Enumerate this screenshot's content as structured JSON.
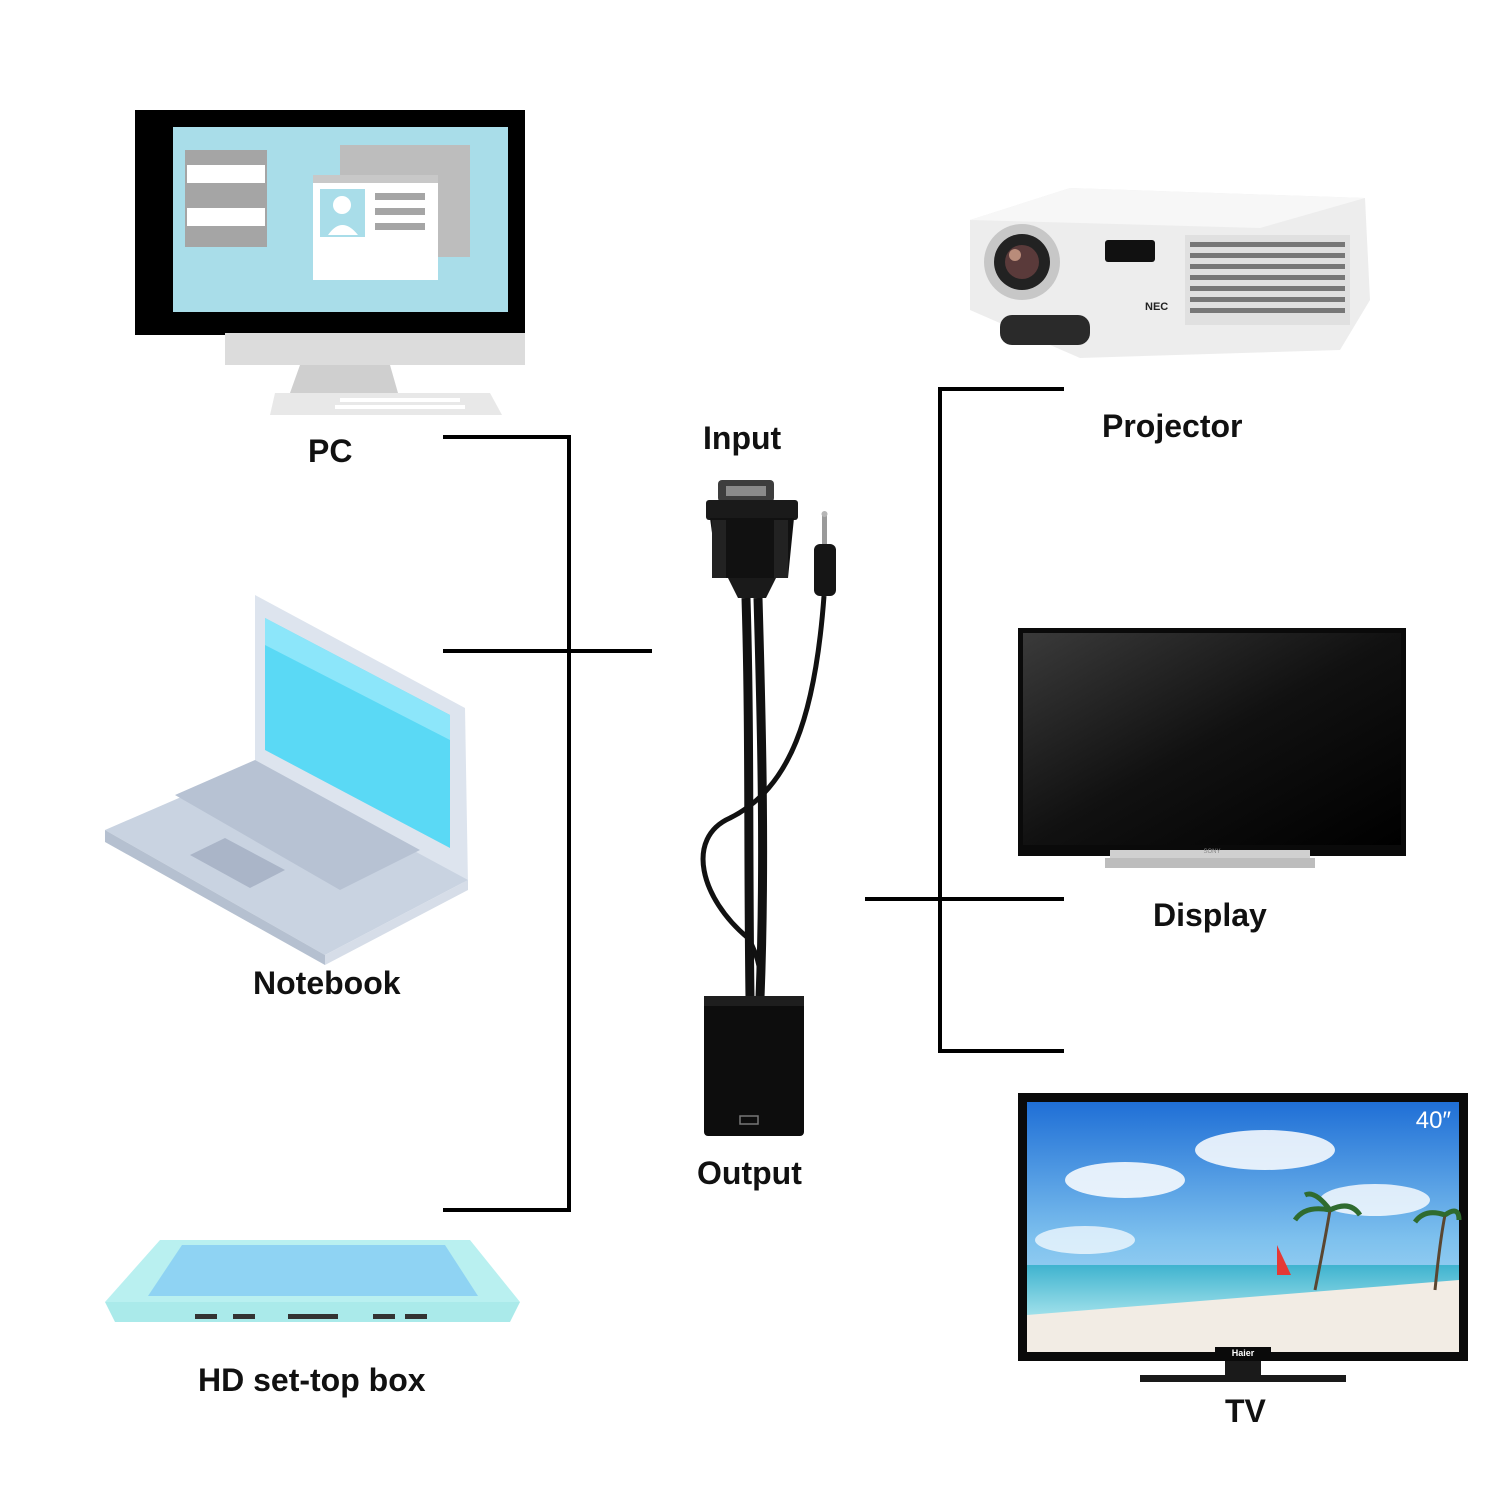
{
  "labels": {
    "input": "Input",
    "output": "Output",
    "pc": "PC",
    "notebook": "Notebook",
    "settop": "HD set-top box",
    "projector": "Projector",
    "display": "Display",
    "tv": "TV"
  },
  "device_text": {
    "projector_brand": "NEC",
    "display_brand": "SONY",
    "tv_brand": "Haier",
    "tv_size": "40″"
  },
  "colors": {
    "line": "#000000",
    "pc_screen": "#a9dde9",
    "notebook_screen": "#5ad9f5",
    "settop_screen": "#8fd3f3"
  }
}
